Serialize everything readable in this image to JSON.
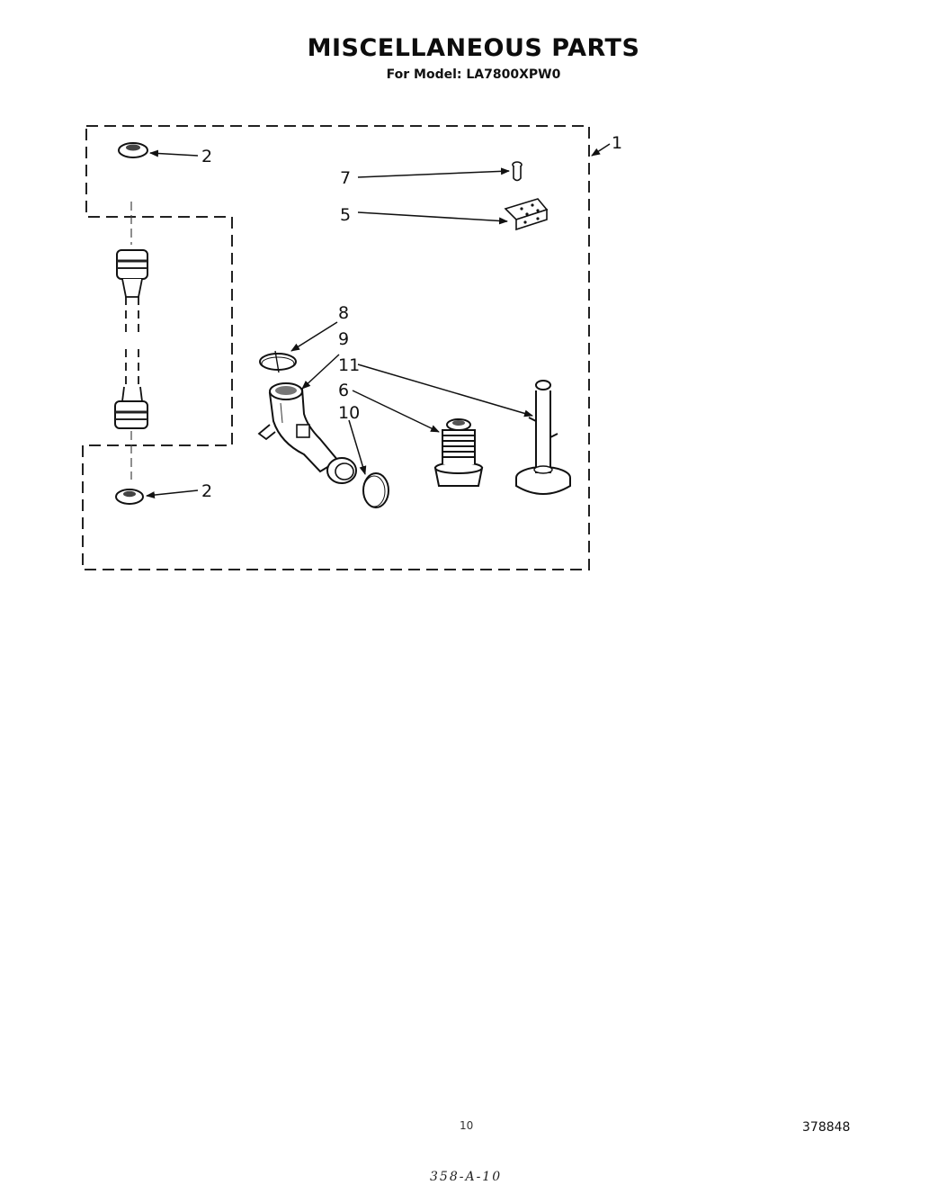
{
  "header": {
    "title": "MISCELLANEOUS PARTS",
    "subtitle": "For Model: LA7800XPW0"
  },
  "callouts": {
    "kit": "1",
    "washer_top": "2",
    "washer_bottom": "2",
    "screw": "7",
    "clip": "5",
    "ring_a": "8",
    "elbow": "9",
    "leveler": "11",
    "foot": "6",
    "ring_b": "10"
  },
  "footer": {
    "page_number": "10",
    "document_number": "378848",
    "handwritten_code": "358-A-10"
  }
}
